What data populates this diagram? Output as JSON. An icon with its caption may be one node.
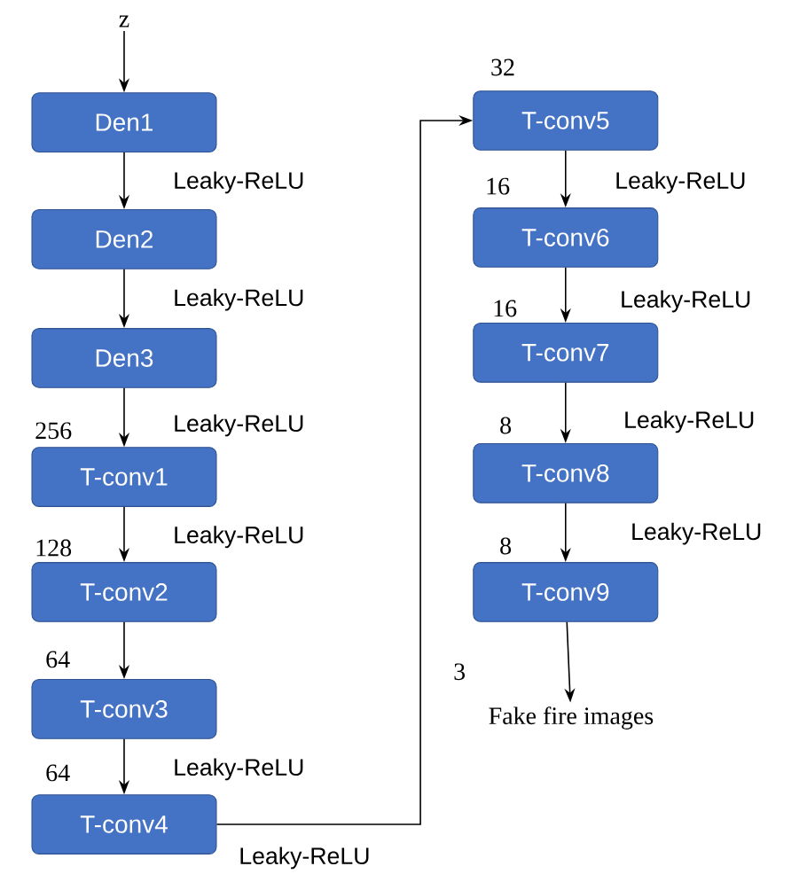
{
  "diagram": {
    "nodes": [
      {
        "text": [
          "z"
        ]
      },
      {
        "text": [
          "Den1"
        ]
      },
      {
        "text": [
          "Den2"
        ]
      },
      {
        "text": [
          "Den3"
        ]
      },
      {
        "text": [
          "T-conv1"
        ],
        "beside": [
          "256"
        ]
      },
      {
        "text": [
          "T-conv2"
        ],
        "beside": [
          "128"
        ]
      },
      {
        "text": [
          "T-conv3"
        ],
        "beside": [
          "64"
        ]
      },
      {
        "text": [
          "T-conv4"
        ],
        "beside": [
          "64"
        ]
      },
      {
        "text": [
          "T-conv5"
        ],
        "beside": [
          "32"
        ]
      },
      {
        "text": [
          "T-conv6"
        ],
        "beside": [
          "16"
        ]
      },
      {
        "text": [
          "T-conv7"
        ],
        "beside": [
          "16"
        ]
      },
      {
        "text": [
          "T-conv8"
        ],
        "beside": [
          "8"
        ]
      },
      {
        "text": [
          "T-conv9"
        ],
        "beside": [
          "8"
        ]
      },
      {
        "text": [
          "Fake fire images"
        ],
        "beside": [
          "3"
        ]
      }
    ],
    "edges": [
      {
        "from": 0,
        "to": 1,
        "arrow": "to"
      },
      {
        "from": 1,
        "to": 2,
        "arrow": "to",
        "label": "Leaky-ReLU"
      },
      {
        "from": 2,
        "to": 3,
        "arrow": "to",
        "label": "Leaky-ReLU"
      },
      {
        "from": 3,
        "to": 4,
        "arrow": "to",
        "label": "Leaky-ReLU"
      },
      {
        "from": 4,
        "to": 5,
        "arrow": "to",
        "label": "Leaky-ReLU"
      },
      {
        "from": 5,
        "to": 6,
        "arrow": "to"
      },
      {
        "from": 6,
        "to": 7,
        "arrow": "to",
        "label": "Leaky-ReLU"
      },
      {
        "from": 7,
        "to": 8,
        "arrow": "to",
        "label": "Leaky-ReLU"
      },
      {
        "from": 8,
        "to": 9,
        "arrow": "to",
        "label": "Leaky-ReLU"
      },
      {
        "from": 9,
        "to": 10,
        "arrow": "to",
        "label": "Leaky-ReLU"
      },
      {
        "from": 10,
        "to": 11,
        "arrow": "to",
        "label": "Leaky-ReLU"
      },
      {
        "from": 11,
        "to": 12,
        "arrow": "to",
        "label": "Leaky-ReLU"
      },
      {
        "from": 12,
        "to": 13,
        "arrow": "to"
      }
    ]
  }
}
